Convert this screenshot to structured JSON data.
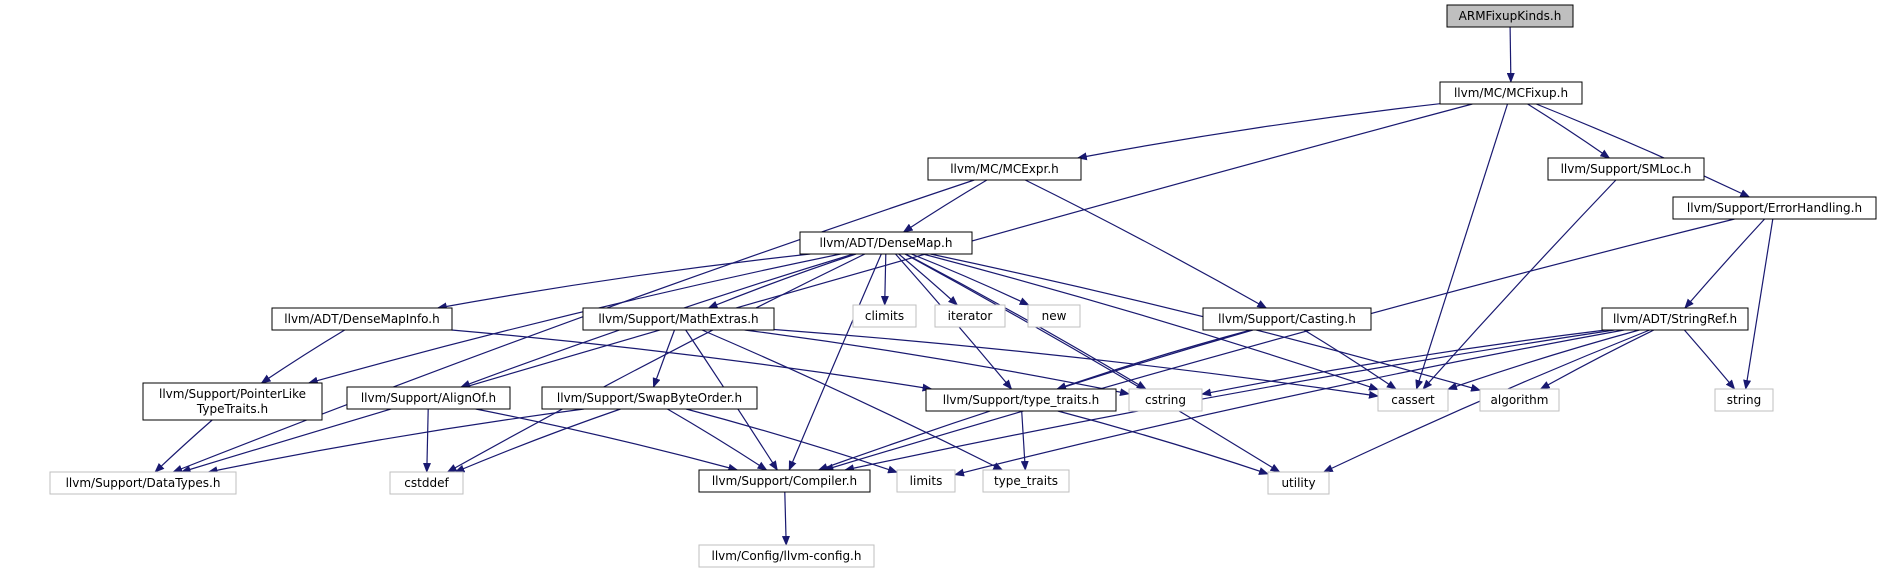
{
  "colors": {
    "edge": "#191970",
    "root_fill": "#bfbfbf",
    "node_border": "#000000",
    "external_border": "#bfbfbf",
    "background": "#ffffff"
  },
  "nodes": [
    {
      "id": "arm",
      "lines": [
        "ARMFixupKinds.h"
      ],
      "kind": "root"
    },
    {
      "id": "mcfixup",
      "lines": [
        "llvm/MC/MCFixup.h"
      ],
      "kind": "header"
    },
    {
      "id": "mcexpr",
      "lines": [
        "llvm/MC/MCExpr.h"
      ],
      "kind": "header"
    },
    {
      "id": "smloc",
      "lines": [
        "llvm/Support/SMLoc.h"
      ],
      "kind": "header"
    },
    {
      "id": "errorhandling",
      "lines": [
        "llvm/Support/ErrorHandling.h"
      ],
      "kind": "header"
    },
    {
      "id": "densemap",
      "lines": [
        "llvm/ADT/DenseMap.h"
      ],
      "kind": "header"
    },
    {
      "id": "densemapinfo",
      "lines": [
        "llvm/ADT/DenseMapInfo.h"
      ],
      "kind": "header"
    },
    {
      "id": "mathextras",
      "lines": [
        "llvm/Support/MathExtras.h"
      ],
      "kind": "header"
    },
    {
      "id": "climits",
      "lines": [
        "climits"
      ],
      "kind": "external"
    },
    {
      "id": "iterator",
      "lines": [
        "iterator"
      ],
      "kind": "external"
    },
    {
      "id": "new",
      "lines": [
        "new"
      ],
      "kind": "external"
    },
    {
      "id": "casting",
      "lines": [
        "llvm/Support/Casting.h"
      ],
      "kind": "header"
    },
    {
      "id": "stringref",
      "lines": [
        "llvm/ADT/StringRef.h"
      ],
      "kind": "header"
    },
    {
      "id": "pointerlike",
      "lines": [
        "llvm/Support/PointerLike",
        "TypeTraits.h"
      ],
      "kind": "header"
    },
    {
      "id": "alignof",
      "lines": [
        "llvm/Support/AlignOf.h"
      ],
      "kind": "header"
    },
    {
      "id": "swapbyteorder",
      "lines": [
        "llvm/Support/SwapByteOrder.h"
      ],
      "kind": "header"
    },
    {
      "id": "typetraitsh",
      "lines": [
        "llvm/Support/type_traits.h"
      ],
      "kind": "header"
    },
    {
      "id": "cstring",
      "lines": [
        "cstring"
      ],
      "kind": "external"
    },
    {
      "id": "cassert",
      "lines": [
        "cassert"
      ],
      "kind": "external"
    },
    {
      "id": "algorithm",
      "lines": [
        "algorithm"
      ],
      "kind": "external"
    },
    {
      "id": "string",
      "lines": [
        "string"
      ],
      "kind": "external"
    },
    {
      "id": "datatypes",
      "lines": [
        "llvm/Support/DataTypes.h"
      ],
      "kind": "external"
    },
    {
      "id": "cstddef",
      "lines": [
        "cstddef"
      ],
      "kind": "external"
    },
    {
      "id": "compiler",
      "lines": [
        "llvm/Support/Compiler.h"
      ],
      "kind": "header"
    },
    {
      "id": "limits",
      "lines": [
        "limits"
      ],
      "kind": "external"
    },
    {
      "id": "type_traits",
      "lines": [
        "type_traits"
      ],
      "kind": "external"
    },
    {
      "id": "utility",
      "lines": [
        "utility"
      ],
      "kind": "external"
    },
    {
      "id": "llvmconfig",
      "lines": [
        "llvm/Config/llvm-config.h"
      ],
      "kind": "external"
    }
  ],
  "edges": [
    {
      "from": "arm",
      "to": "mcfixup"
    },
    {
      "from": "mcfixup",
      "to": "datatypes"
    },
    {
      "from": "mcfixup",
      "to": "mcexpr"
    },
    {
      "from": "mcfixup",
      "to": "smloc"
    },
    {
      "from": "mcfixup",
      "to": "errorhandling"
    },
    {
      "from": "mcfixup",
      "to": "cassert"
    },
    {
      "from": "mcexpr",
      "to": "densemap"
    },
    {
      "from": "mcexpr",
      "to": "casting"
    },
    {
      "from": "mcexpr",
      "to": "datatypes"
    },
    {
      "from": "smloc",
      "to": "cassert"
    },
    {
      "from": "errorhandling",
      "to": "stringref"
    },
    {
      "from": "errorhandling",
      "to": "string"
    },
    {
      "from": "errorhandling",
      "to": "compiler"
    },
    {
      "from": "densemap",
      "to": "densemapinfo"
    },
    {
      "from": "densemap",
      "to": "pointerlike"
    },
    {
      "from": "densemap",
      "to": "alignof"
    },
    {
      "from": "densemap",
      "to": "mathextras"
    },
    {
      "from": "densemap",
      "to": "climits"
    },
    {
      "from": "densemap",
      "to": "iterator"
    },
    {
      "from": "densemap",
      "to": "new"
    },
    {
      "from": "densemap",
      "to": "typetraitsh"
    },
    {
      "from": "densemap",
      "to": "cstring"
    },
    {
      "from": "densemap",
      "to": "cassert"
    },
    {
      "from": "densemap",
      "to": "algorithm"
    },
    {
      "from": "densemap",
      "to": "utility"
    },
    {
      "from": "densemap",
      "to": "cstddef"
    },
    {
      "from": "densemap",
      "to": "compiler"
    },
    {
      "from": "densemapinfo",
      "to": "pointerlike"
    },
    {
      "from": "densemapinfo",
      "to": "typetraitsh"
    },
    {
      "from": "mathextras",
      "to": "swapbyteorder"
    },
    {
      "from": "mathextras",
      "to": "compiler"
    },
    {
      "from": "mathextras",
      "to": "cassert"
    },
    {
      "from": "mathextras",
      "to": "cstring"
    },
    {
      "from": "mathextras",
      "to": "type_traits"
    },
    {
      "from": "casting",
      "to": "typetraitsh"
    },
    {
      "from": "casting",
      "to": "cassert"
    },
    {
      "from": "casting",
      "to": "compiler"
    },
    {
      "from": "stringref",
      "to": "cstring"
    },
    {
      "from": "stringref",
      "to": "cassert"
    },
    {
      "from": "stringref",
      "to": "algorithm"
    },
    {
      "from": "stringref",
      "to": "string"
    },
    {
      "from": "stringref",
      "to": "utility"
    },
    {
      "from": "stringref",
      "to": "compiler"
    },
    {
      "from": "stringref",
      "to": "limits"
    },
    {
      "from": "pointerlike",
      "to": "datatypes"
    },
    {
      "from": "alignof",
      "to": "compiler"
    },
    {
      "from": "alignof",
      "to": "cstddef"
    },
    {
      "from": "swapbyteorder",
      "to": "compiler"
    },
    {
      "from": "swapbyteorder",
      "to": "datatypes"
    },
    {
      "from": "swapbyteorder",
      "to": "cstddef"
    },
    {
      "from": "swapbyteorder",
      "to": "limits"
    },
    {
      "from": "typetraitsh",
      "to": "type_traits"
    },
    {
      "from": "typetraitsh",
      "to": "utility"
    },
    {
      "from": "compiler",
      "to": "llvmconfig"
    }
  ]
}
